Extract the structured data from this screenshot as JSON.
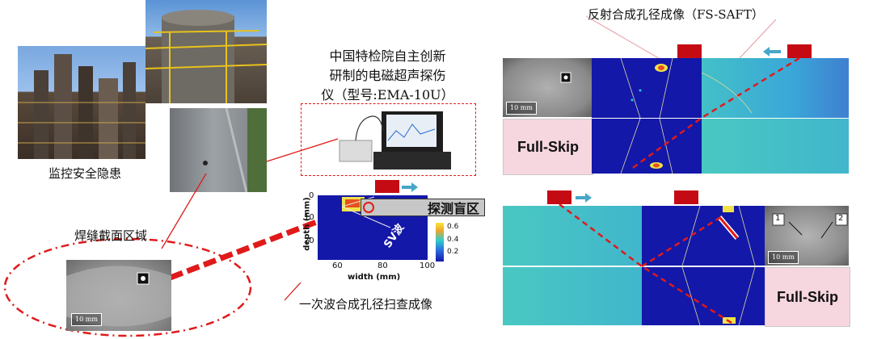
{
  "left": {
    "monitor_caption": "监控安全隐患",
    "weld_caption": "焊缝截面区域",
    "scale_label": "10 mm"
  },
  "device": {
    "caption_lines": [
      "中国特检院自主创新",
      "研制的电磁超声探伤",
      "仪（型号:EMA-10U）"
    ]
  },
  "scan": {
    "blind_zone_label": "探测盲区",
    "wave_label": "SV波",
    "ylabel": "depth (mm)",
    "xlabel": "width (mm)",
    "y_ticks": [
      "0",
      "10",
      "20"
    ],
    "x_ticks": [
      "60",
      "80",
      "100"
    ],
    "colorbar_ticks": [
      "0.6",
      "0.4",
      "0.2"
    ],
    "caption": "一次波合成孔径扫查成像"
  },
  "right": {
    "title": "反射合成孔径成像（FS-SAFT）",
    "full_skip_label": "Full-Skip",
    "scale_label": "10 mm",
    "crack_labels": [
      "1",
      "2"
    ]
  },
  "colors": {
    "accent_red": "#e01a1a",
    "probe_red": "#c40b14",
    "bscan_blue": "#1318a8",
    "arrow_blue": "#46a7c9"
  }
}
